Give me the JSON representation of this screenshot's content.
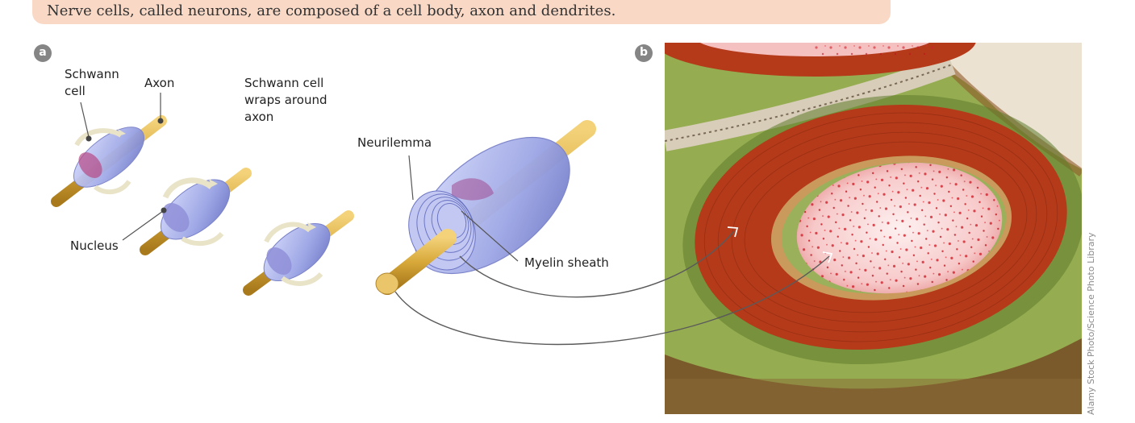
{
  "caption": "Nerve cells, called neurons, are composed of a cell body, axon and dendrites.",
  "panels": {
    "a": "a",
    "b": "b"
  },
  "labels": {
    "schwann_cell": "Schwann\ncell",
    "axon": "Axon",
    "wrap_step": "Schwann cell\nwraps around\naxon",
    "nucleus": "Nucleus",
    "neurilemma": "Neurilemma",
    "myelin_sheath": "Myelin sheath"
  },
  "credit": "Alamy Stock Photo/Science Photo Library",
  "colors": {
    "banner": "#f9d9c6",
    "axon_gold": "#d8a93a",
    "schwann_blue": "#9fa8e6",
    "myelin_red": "#b43a1a",
    "tissue_green": "#7f9c3e",
    "badge": "#858585"
  }
}
